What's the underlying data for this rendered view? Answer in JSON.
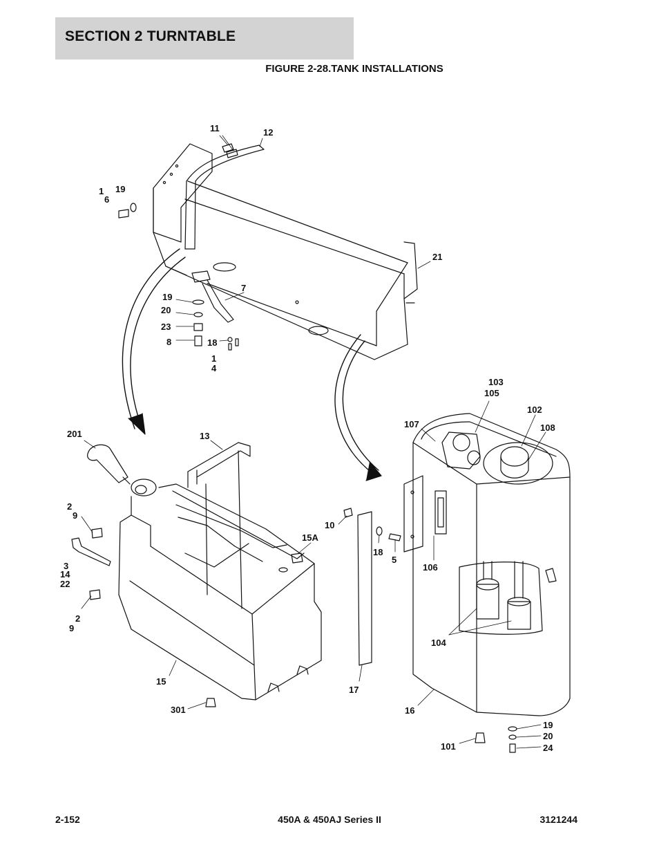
{
  "header": {
    "section_title": "SECTION 2   TURNTABLE",
    "figure_title": "FIGURE 2-28.TANK INSTALLATIONS"
  },
  "callouts": [
    {
      "id": "c-11",
      "text": "11"
    },
    {
      "id": "c-12",
      "text": "12"
    },
    {
      "id": "c-1a",
      "text": "1"
    },
    {
      "id": "c-6",
      "text": "6"
    },
    {
      "id": "c-19a",
      "text": "19"
    },
    {
      "id": "c-21",
      "text": "21"
    },
    {
      "id": "c-7",
      "text": "7"
    },
    {
      "id": "c-19b",
      "text": "19"
    },
    {
      "id": "c-20a",
      "text": "20"
    },
    {
      "id": "c-23",
      "text": "23"
    },
    {
      "id": "c-8",
      "text": "8"
    },
    {
      "id": "c-18a",
      "text": "18"
    },
    {
      "id": "c-1b",
      "text": "1"
    },
    {
      "id": "c-4",
      "text": "4"
    },
    {
      "id": "c-103",
      "text": "103"
    },
    {
      "id": "c-105",
      "text": "105"
    },
    {
      "id": "c-102",
      "text": "102"
    },
    {
      "id": "c-107",
      "text": "107"
    },
    {
      "id": "c-108",
      "text": "108"
    },
    {
      "id": "c-201",
      "text": "201"
    },
    {
      "id": "c-13",
      "text": "13"
    },
    {
      "id": "c-2a",
      "text": "2"
    },
    {
      "id": "c-9a",
      "text": "9"
    },
    {
      "id": "c-10",
      "text": "10"
    },
    {
      "id": "c-15A",
      "text": "15A"
    },
    {
      "id": "c-18b",
      "text": "18"
    },
    {
      "id": "c-5",
      "text": "5"
    },
    {
      "id": "c-3",
      "text": "3"
    },
    {
      "id": "c-14",
      "text": "14"
    },
    {
      "id": "c-22",
      "text": "22"
    },
    {
      "id": "c-106",
      "text": "106"
    },
    {
      "id": "c-2b",
      "text": "2"
    },
    {
      "id": "c-9b",
      "text": "9"
    },
    {
      "id": "c-104",
      "text": "104"
    },
    {
      "id": "c-15",
      "text": "15"
    },
    {
      "id": "c-17",
      "text": "17"
    },
    {
      "id": "c-16",
      "text": "16"
    },
    {
      "id": "c-301",
      "text": "301"
    },
    {
      "id": "c-19c",
      "text": "19"
    },
    {
      "id": "c-20b",
      "text": "20"
    },
    {
      "id": "c-101",
      "text": "101"
    },
    {
      "id": "c-24",
      "text": "24"
    }
  ],
  "footer": {
    "page_number": "2-152",
    "model": "450A & 450AJ Series II",
    "document_number": "3121244"
  }
}
